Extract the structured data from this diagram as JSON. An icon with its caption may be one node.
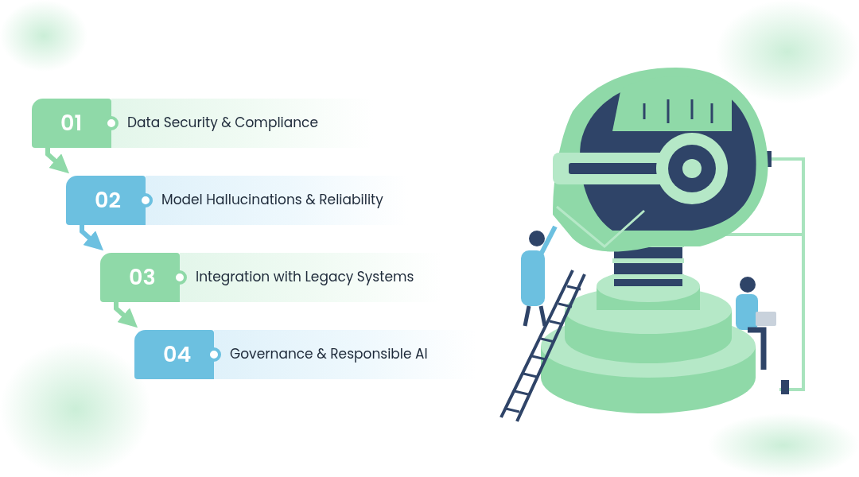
{
  "diagram": {
    "nodes": [
      {
        "text": [
          "01",
          "Data Security & Compliance"
        ]
      },
      {
        "text": [
          "02",
          "Model Hallucinations & Reliability"
        ]
      },
      {
        "text": [
          "03",
          "Integration with Legacy Systems"
        ]
      },
      {
        "text": [
          "04",
          "Governance & Responsible AI"
        ]
      }
    ],
    "edges": [
      {
        "from": 0,
        "to": 1,
        "arrow": "to"
      },
      {
        "from": 1,
        "to": 2,
        "arrow": "to",
        "color": "#6cc0e0"
      },
      {
        "from": 2,
        "to": 3,
        "arrow": "to"
      }
    ]
  }
}
